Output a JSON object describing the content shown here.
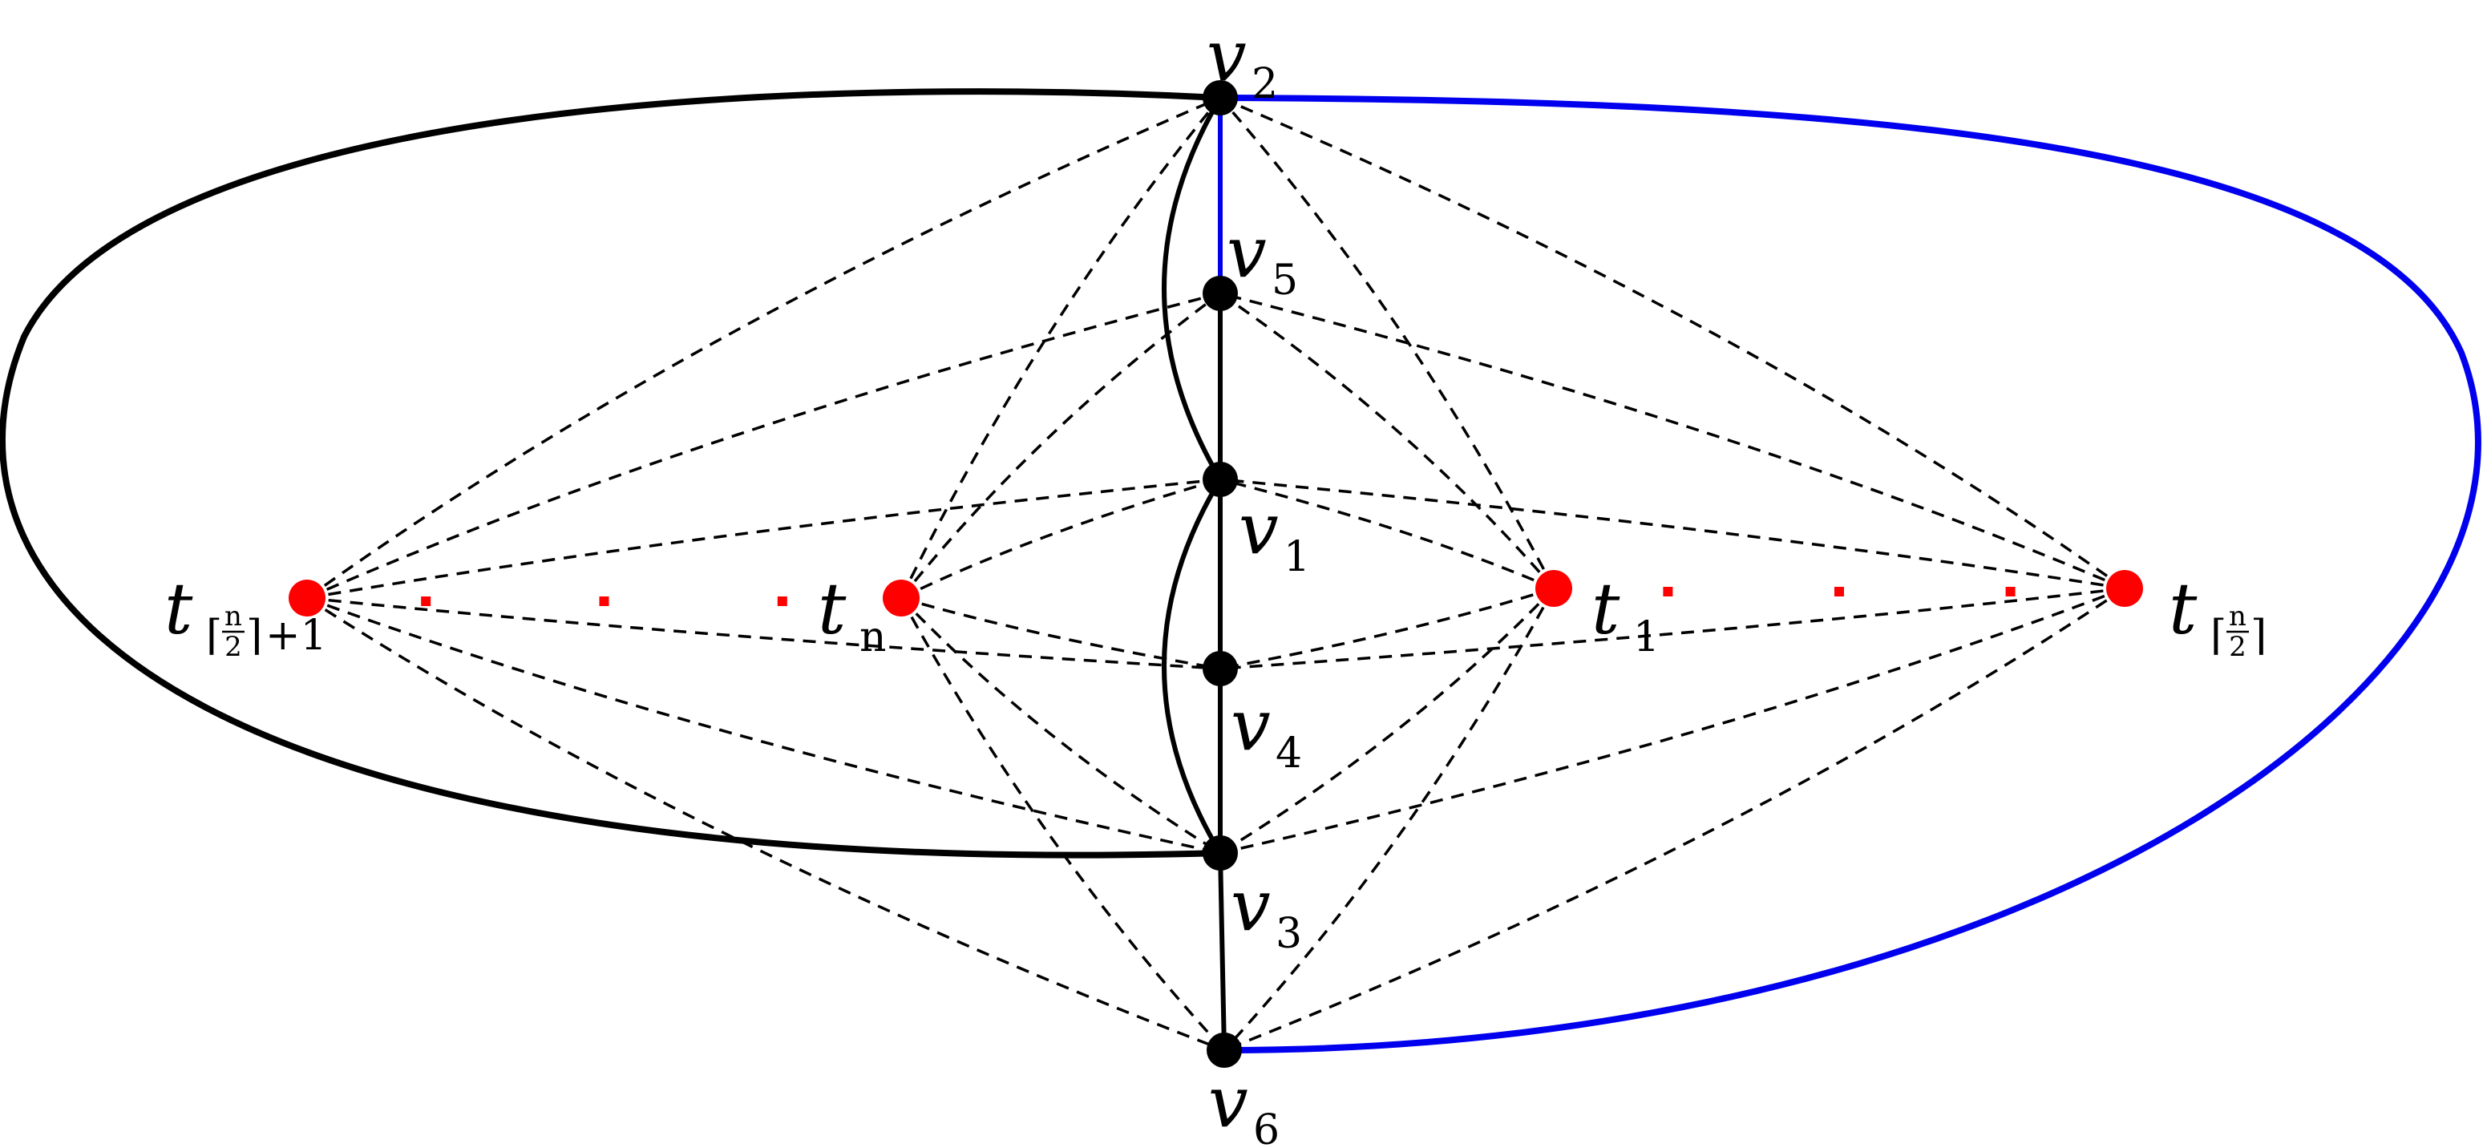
{
  "colors": {
    "solid_edge": "#000000",
    "blue_edge": "#0000ee",
    "dashed_edge": "#000000",
    "vertex": "#000000",
    "terminal": "#ff0000",
    "ellipsis": "#ff0000"
  },
  "vertices": [
    {
      "id": "v2",
      "letter": "v",
      "sub": "2",
      "color_role": "vertex"
    },
    {
      "id": "v5",
      "letter": "v",
      "sub": "5",
      "color_role": "vertex"
    },
    {
      "id": "v1",
      "letter": "v",
      "sub": "1",
      "color_role": "vertex"
    },
    {
      "id": "v4",
      "letter": "v",
      "sub": "4",
      "color_role": "vertex"
    },
    {
      "id": "v3",
      "letter": "v",
      "sub": "3",
      "color_role": "vertex"
    },
    {
      "id": "v6",
      "letter": "v",
      "sub": "6",
      "color_role": "vertex"
    },
    {
      "id": "tL",
      "letter": "t",
      "sub": "⌈n/2⌉+1",
      "sub_num": "n",
      "sub_den": "2",
      "sub_suffix": "+1",
      "color_role": "terminal"
    },
    {
      "id": "tn",
      "letter": "t",
      "sub": "n",
      "color_role": "terminal"
    },
    {
      "id": "t1",
      "letter": "t",
      "sub": "1",
      "color_role": "terminal"
    },
    {
      "id": "tR",
      "letter": "t",
      "sub": "⌈n/2⌉",
      "sub_num": "n",
      "sub_den": "2",
      "sub_suffix": "",
      "color_role": "terminal"
    }
  ],
  "edges": {
    "solid": [
      [
        "v5",
        "v1"
      ],
      [
        "v1",
        "v4"
      ],
      [
        "v4",
        "v3"
      ],
      [
        "v3",
        "v6"
      ]
    ],
    "solid_arcs": [
      [
        "v2",
        "v1"
      ],
      [
        "v1",
        "v3"
      ]
    ],
    "blue": [
      [
        "v2",
        "v5"
      ]
    ],
    "outer_black": [
      "v2",
      "v3"
    ],
    "outer_blue": [
      "v2",
      "v6"
    ],
    "dashed_terminals": [
      "tL",
      "tn",
      "t1",
      "tR"
    ],
    "dashed_hubs": [
      "v2",
      "v5",
      "v1",
      "v4",
      "v3",
      "v6"
    ]
  },
  "ellipsis_groups": [
    [
      "tL",
      "tn"
    ],
    [
      "t1",
      "tR"
    ]
  ]
}
